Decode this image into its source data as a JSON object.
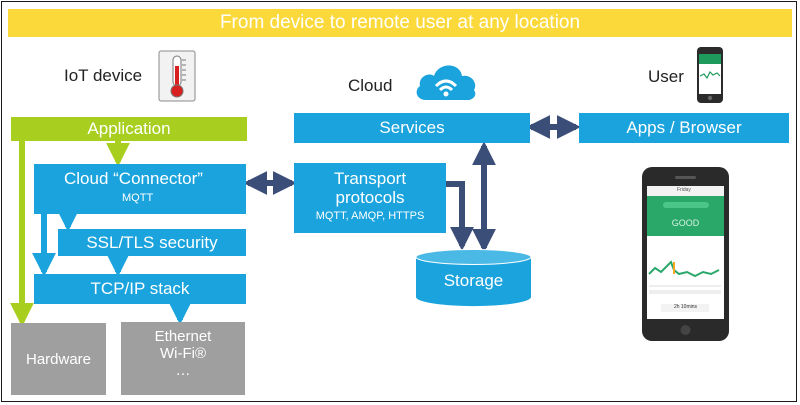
{
  "banner": {
    "text": "From device to remote user at any location"
  },
  "headings": {
    "iot_device": "IoT device",
    "cloud": "Cloud",
    "user": "User"
  },
  "device": {
    "application": "Application",
    "connector": {
      "title": "Cloud “Connector”",
      "sub": "MQTT"
    },
    "ssl": "SSL/TLS security",
    "tcp": "TCP/IP stack",
    "hardware": "Hardware",
    "network": {
      "line1": "Ethernet",
      "line2": "Wi-Fi®",
      "line3": "…"
    }
  },
  "cloud": {
    "services": "Services",
    "transport": {
      "line1": "Transport",
      "line2": "protocols",
      "sub": "MQTT, AMQP, HTTPS"
    },
    "storage": "Storage"
  },
  "user": {
    "apps": "Apps / Browser"
  },
  "phone": {
    "status": "GOOD",
    "day": "Friday",
    "duration": "2h 10mins"
  },
  "colors": {
    "blue": "#1aa3dc",
    "green": "#a8cf1f",
    "gray": "#9f9f9f",
    "yellow": "#fbd93a",
    "arrow": "#3b4e78"
  },
  "icons": [
    "thermometer-icon",
    "cloud-wifi-icon",
    "smartphone-icon"
  ]
}
